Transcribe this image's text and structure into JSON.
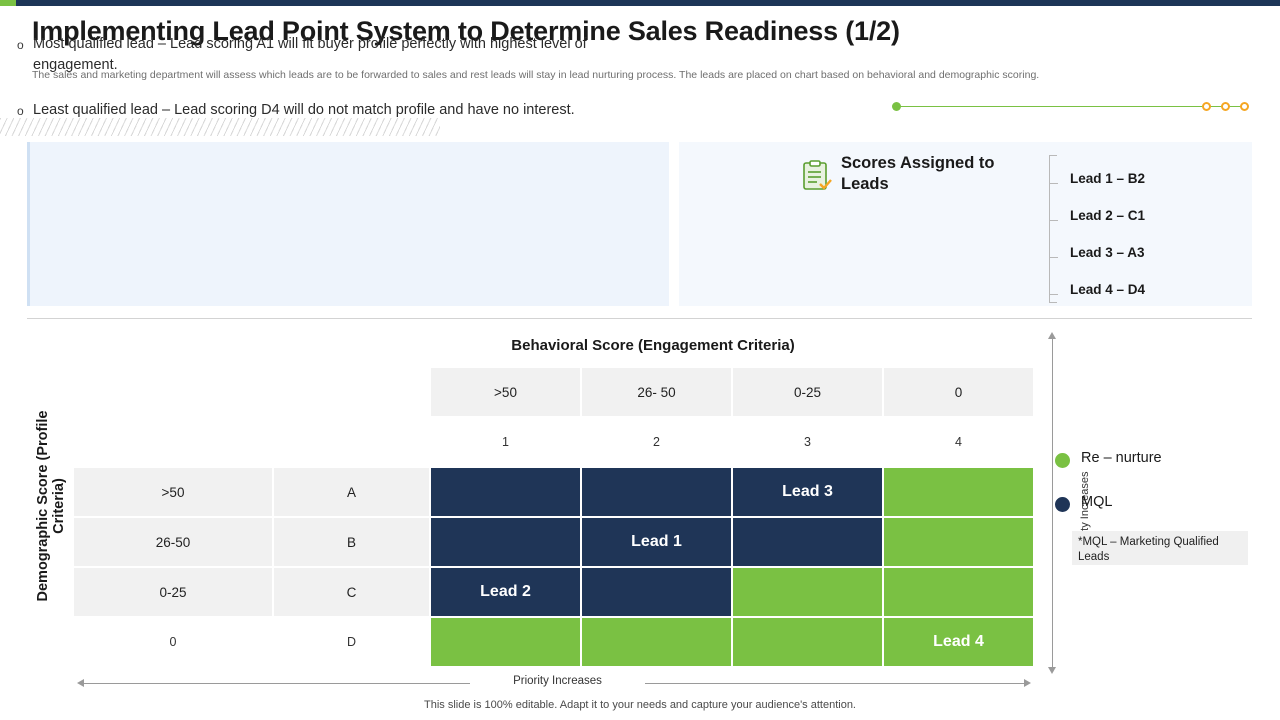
{
  "header": {
    "title": "Implementing Lead Point System to Determine Sales Readiness (1/2)",
    "subtitle": "The sales and marketing department will assess which leads are to be forwarded to sales and rest leads will stay in lead nurturing process. The leads are placed on chart based on behavioral and demographic scoring."
  },
  "left_panel": {
    "bullets": [
      "Most qualified lead –  Lead scoring A1 will fit buyer profile perfectly with highest level of engagement.",
      "Least qualified lead – Lead scoring D4 will do not match profile and have no interest."
    ],
    "marker": "o"
  },
  "right_panel": {
    "title": "Scores Assigned to Leads",
    "icon": "clipboard-scores-icon",
    "leads": [
      "Lead 1 – B2",
      "Lead 2 – C1",
      "Lead 3 – A3",
      "Lead 4 – D4"
    ]
  },
  "matrix": {
    "top_title": "Behavioral Score (Engagement Criteria)",
    "side_title": "Demographic Score (Profile Criteria)",
    "behavioral_ranges": [
      ">50",
      "26- 50",
      "0-25",
      "0"
    ],
    "behavioral_codes": [
      "1",
      "2",
      "3",
      "4"
    ],
    "demographic_ranges": [
      ">50",
      "26-50",
      "0-25",
      "0"
    ],
    "demographic_codes": [
      "A",
      "B",
      "C",
      "D"
    ],
    "cells": [
      [
        {
          "color": "navy",
          "label": ""
        },
        {
          "color": "navy",
          "label": ""
        },
        {
          "color": "navy",
          "label": "Lead 3"
        },
        {
          "color": "green",
          "label": ""
        }
      ],
      [
        {
          "color": "navy",
          "label": ""
        },
        {
          "color": "navy",
          "label": "Lead 1"
        },
        {
          "color": "navy",
          "label": ""
        },
        {
          "color": "green",
          "label": ""
        }
      ],
      [
        {
          "color": "navy",
          "label": "Lead 2"
        },
        {
          "color": "navy",
          "label": ""
        },
        {
          "color": "green",
          "label": ""
        },
        {
          "color": "green",
          "label": ""
        }
      ],
      [
        {
          "color": "green",
          "label": ""
        },
        {
          "color": "green",
          "label": ""
        },
        {
          "color": "green",
          "label": ""
        },
        {
          "color": "green",
          "label": "Lead 4"
        }
      ]
    ],
    "axis_vertical_label": "Priority Increases",
    "axis_horizontal_label": "Priority Increases"
  },
  "legend": {
    "items": [
      {
        "label": "Re – nurture",
        "color": "#7ac143"
      },
      {
        "label": "MQL",
        "color": "#1f3557"
      }
    ],
    "note": "*MQL – Marketing Qualified Leads"
  },
  "colors": {
    "navy": "#1f3557",
    "green": "#7ac143",
    "panel_blue": "#eef4fc"
  },
  "footer": "This slide is 100% editable. Adapt it to your needs and capture your audience's attention."
}
